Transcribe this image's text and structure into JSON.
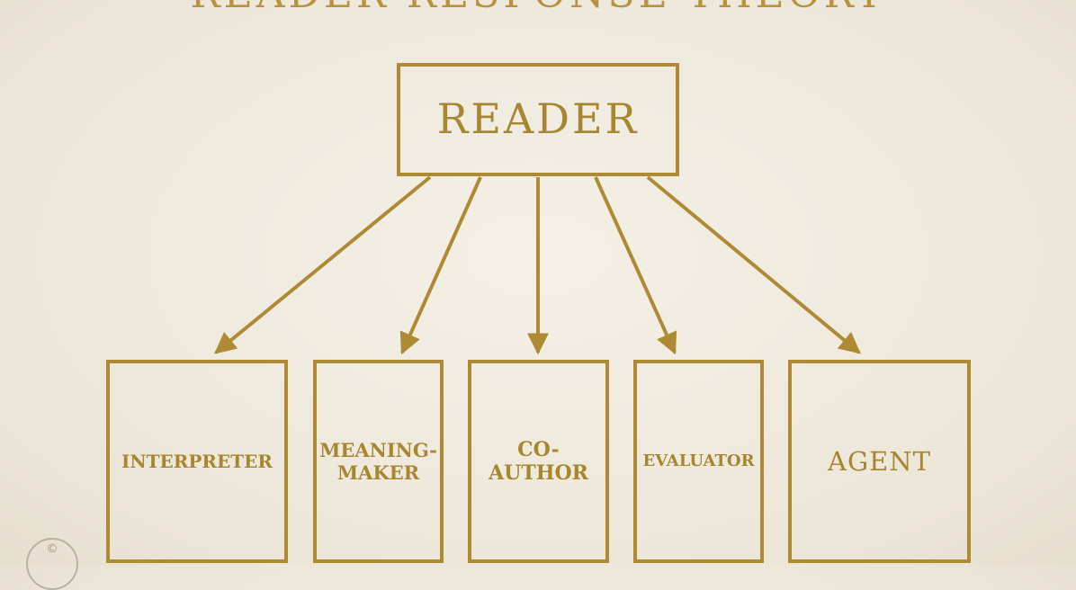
{
  "title": "READER-RESPONSE THEORY",
  "root": {
    "label": "READER"
  },
  "children": [
    {
      "label": "INTERPRETER"
    },
    {
      "label": "MEANING-\nMAKER"
    },
    {
      "label": "CO-\nAUTHOR"
    },
    {
      "label": "EVALUATOR"
    },
    {
      "label": "AGENT"
    }
  ],
  "watermark": {
    "symbol": "©"
  },
  "colors": {
    "accent": "#ad8a33",
    "background": "#f1ece2"
  }
}
